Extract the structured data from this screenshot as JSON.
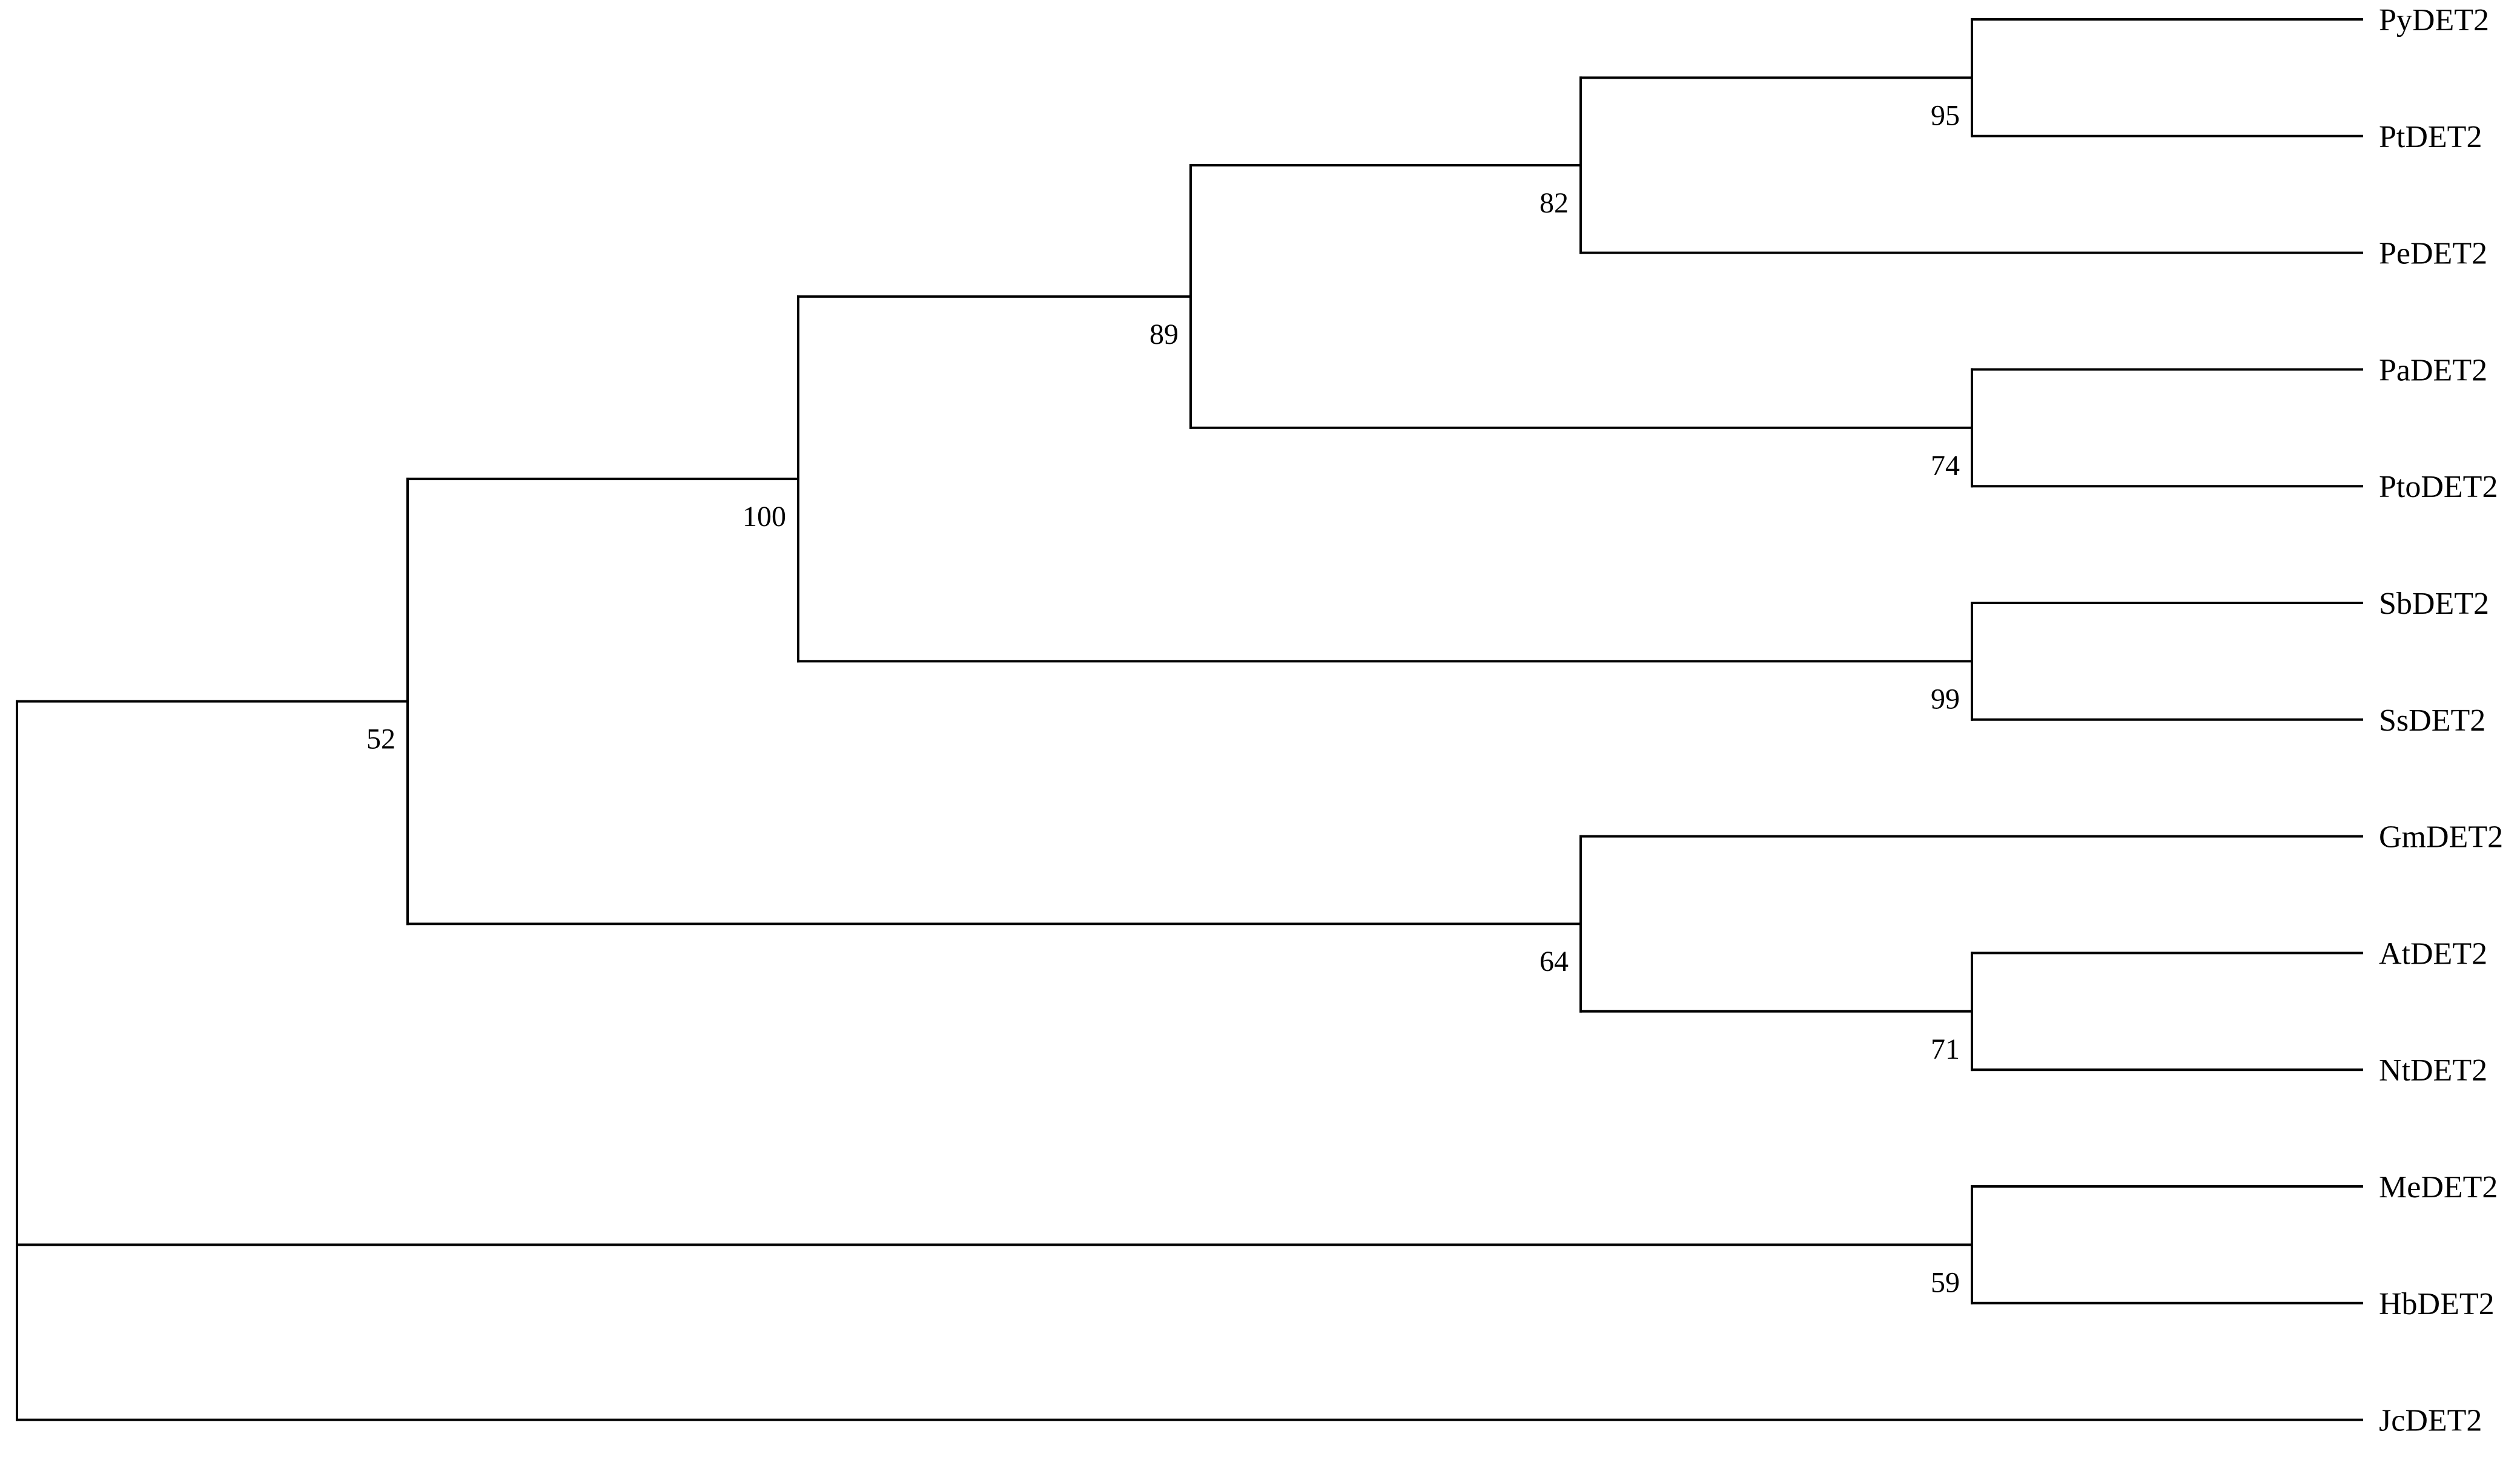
{
  "tree": {
    "type": "phylogenetic-tree",
    "leaves": [
      "PyDET2",
      "PtDET2",
      "PeDET2",
      "PaDET2",
      "PtoDET2",
      "SbDET2",
      "SsDET2",
      "GmDET2",
      "AtDET2",
      "NtDET2",
      "MeDET2",
      "HbDET2",
      "JcDET2"
    ],
    "nodes": [
      {
        "id": "n_py_pt",
        "children": [
          "PyDET2",
          "PtDET2"
        ],
        "support": "95"
      },
      {
        "id": "n_pype",
        "children": [
          "n_py_pt",
          "PeDET2"
        ],
        "support": "82"
      },
      {
        "id": "n_pa_pto",
        "children": [
          "PaDET2",
          "PtoDET2"
        ],
        "support": "74"
      },
      {
        "id": "n_poplar",
        "children": [
          "n_pype",
          "n_pa_pto"
        ],
        "support": "89"
      },
      {
        "id": "n_sb_ss",
        "children": [
          "SbDET2",
          "SsDET2"
        ],
        "support": "99"
      },
      {
        "id": "n_salic",
        "children": [
          "n_poplar",
          "n_sb_ss"
        ],
        "support": "100"
      },
      {
        "id": "n_at_nt",
        "children": [
          "AtDET2",
          "NtDET2"
        ],
        "support": "71"
      },
      {
        "id": "n_gm",
        "children": [
          "GmDET2",
          "n_at_nt"
        ],
        "support": "64"
      },
      {
        "id": "n_upper",
        "children": [
          "n_salic",
          "n_gm"
        ],
        "support": "52"
      },
      {
        "id": "n_me_hb",
        "children": [
          "MeDET2",
          "HbDET2"
        ],
        "support": "59"
      },
      {
        "id": "n_root",
        "children": [
          "n_upper",
          "n_me_hb",
          "JcDET2"
        ],
        "support": ""
      }
    ]
  }
}
